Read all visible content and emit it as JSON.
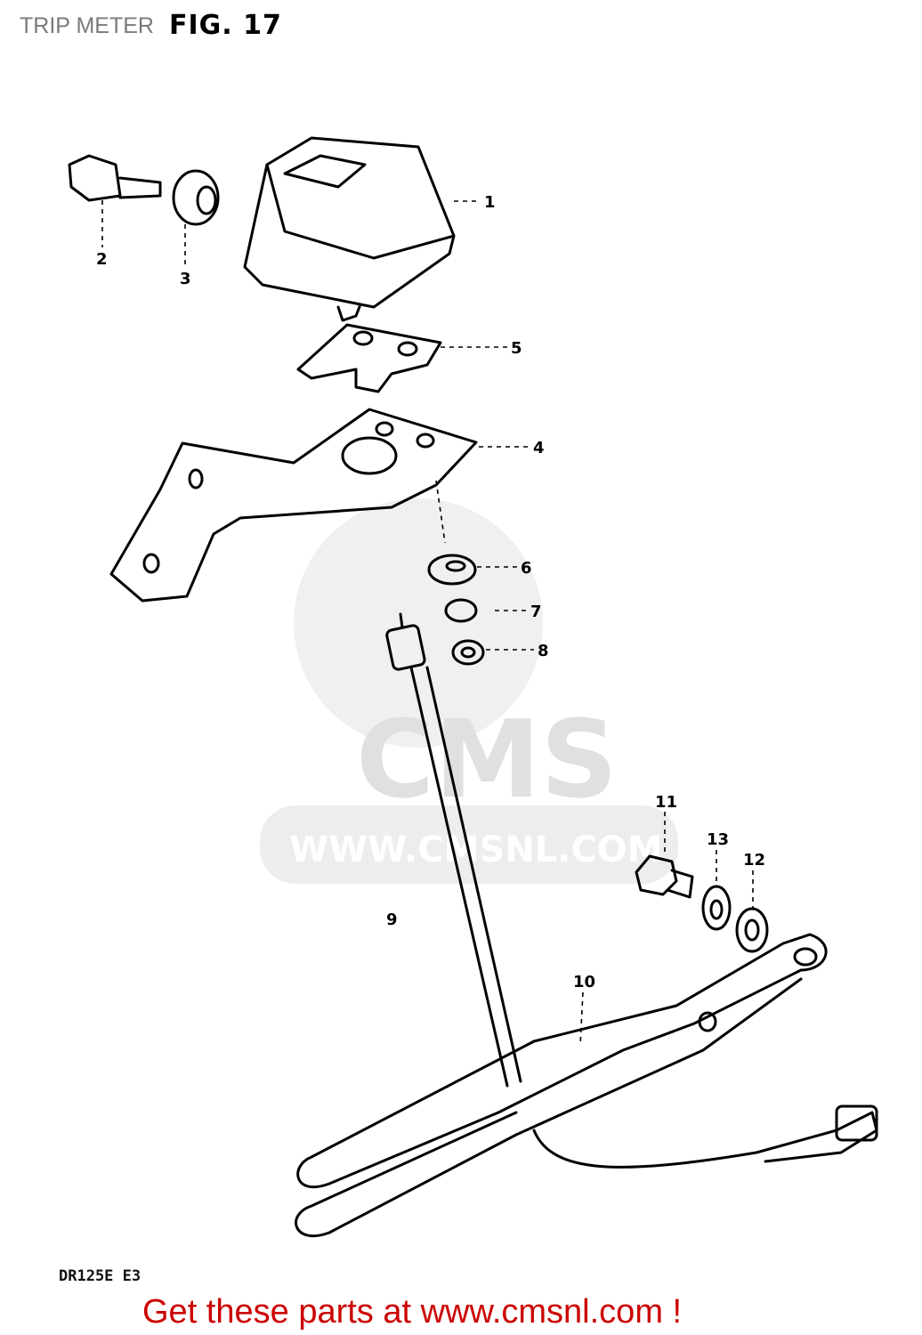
{
  "header": {
    "caption": "TRIP METER",
    "figure": "FIG. 17"
  },
  "watermark": {
    "brand": "CMS",
    "url": "WWW.CMSNL.COM"
  },
  "parts": [
    {
      "number": "1"
    },
    {
      "number": "2"
    },
    {
      "number": "3"
    },
    {
      "number": "4"
    },
    {
      "number": "5"
    },
    {
      "number": "6"
    },
    {
      "number": "7"
    },
    {
      "number": "8"
    },
    {
      "number": "9"
    },
    {
      "number": "10"
    },
    {
      "number": "11"
    },
    {
      "number": "12"
    },
    {
      "number": "13"
    }
  ],
  "footer": {
    "model_code": "DR125E E3",
    "promo": "Get these parts at www.cmsnl.com !"
  },
  "colors": {
    "promo": "#cc0000",
    "caption": "#7a7a7a",
    "watermark": "#e6e6e6"
  }
}
